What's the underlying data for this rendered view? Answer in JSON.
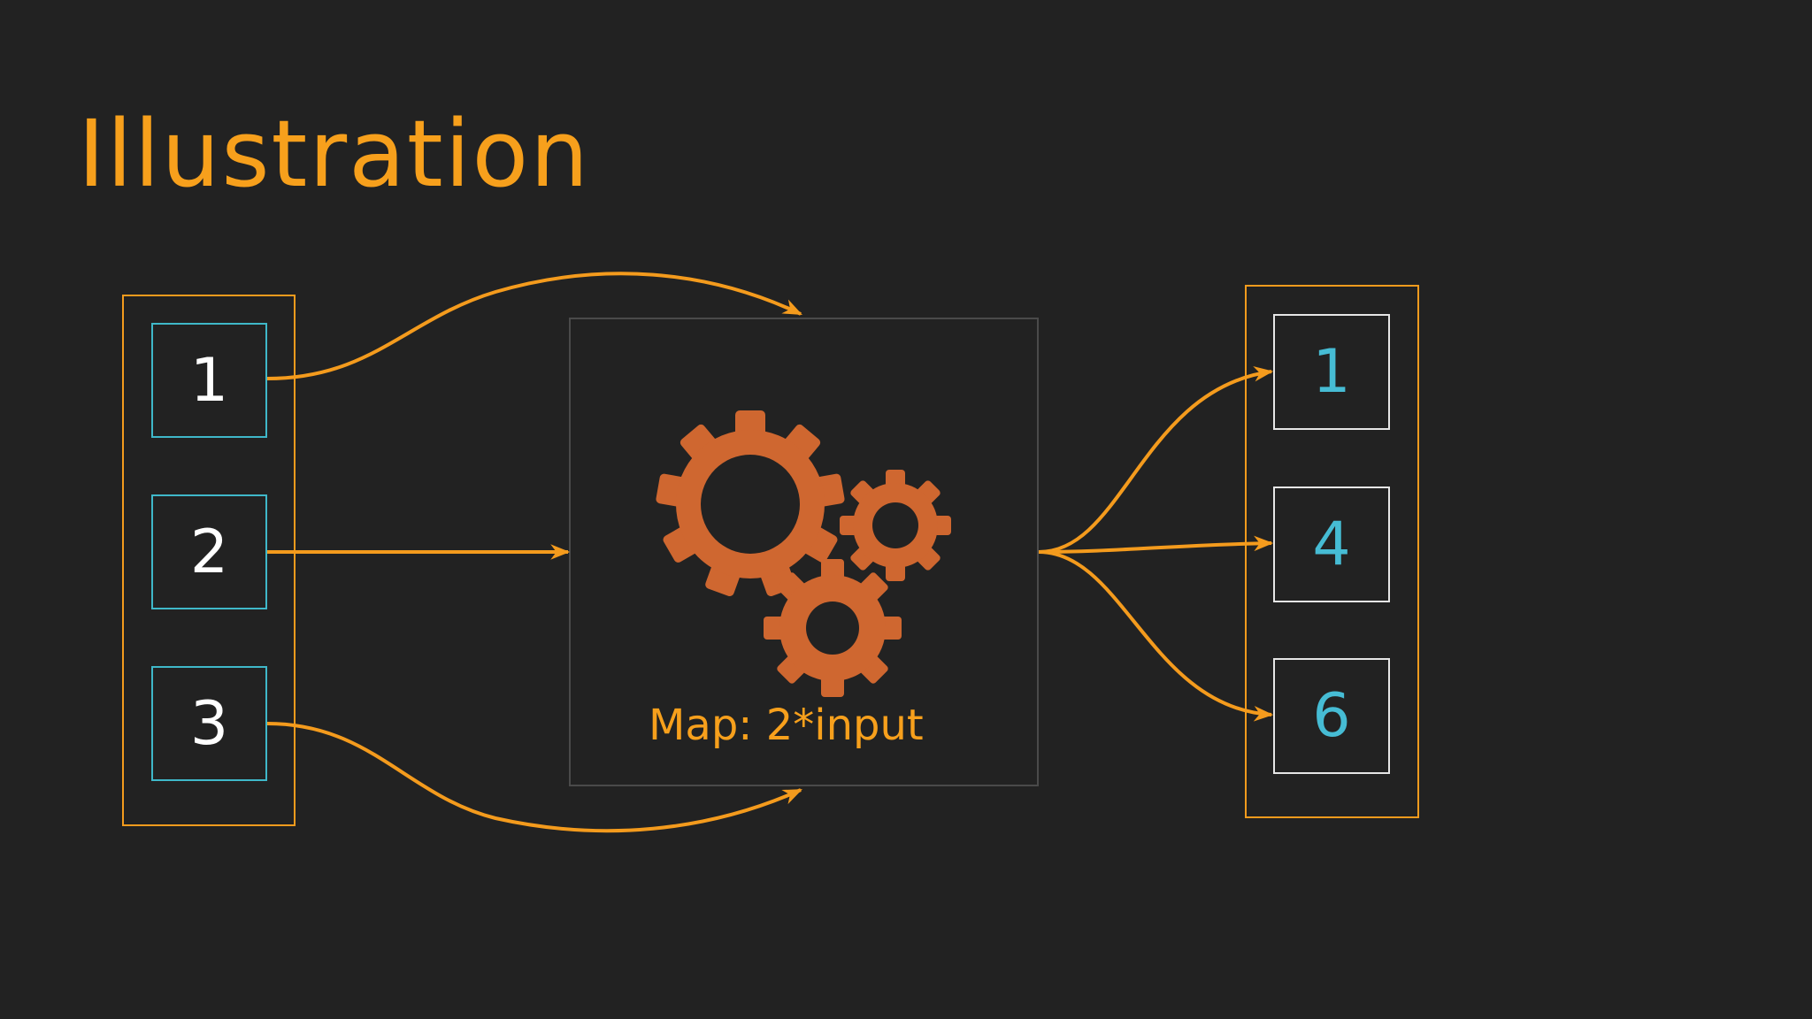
{
  "title": "Illustration",
  "inputs": [
    "1",
    "2",
    "3"
  ],
  "map_label": "Map: 2*input",
  "outputs": [
    "1",
    "4",
    "6"
  ],
  "colors": {
    "background": "#222222",
    "accent_orange": "#f7a01c",
    "gear_orange": "#cf6730",
    "input_border": "#3fb8c9",
    "output_text": "#46bcd4"
  },
  "icons": [
    "gears-icon"
  ]
}
